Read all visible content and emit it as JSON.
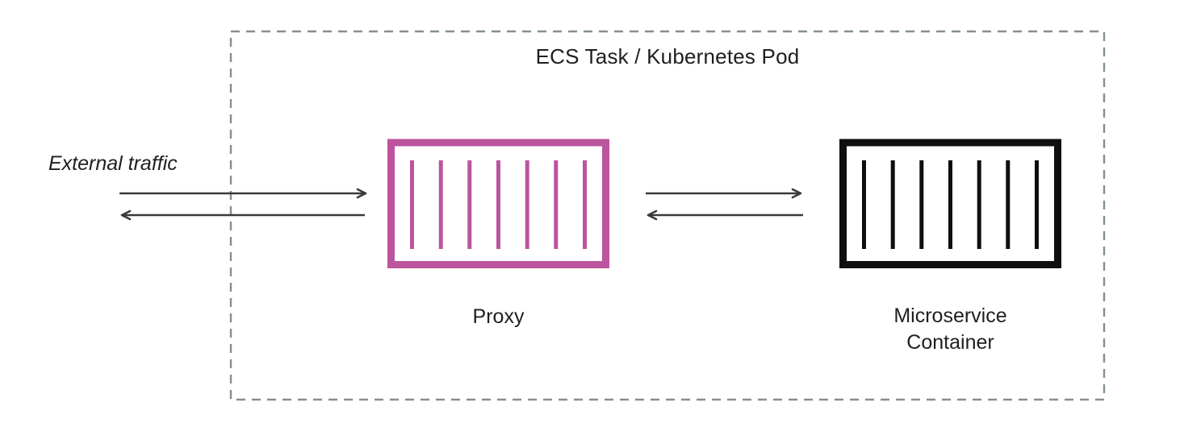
{
  "diagram": {
    "title": "ECS Task / Kubernetes Pod",
    "external_traffic": {
      "label": "External traffic"
    },
    "nodes": [
      {
        "id": "proxy",
        "label": "Proxy",
        "color": "#bc549e"
      },
      {
        "id": "microservice-container",
        "label_line1": "Microservice",
        "label_line2": "Container",
        "color": "#0f0f0f"
      }
    ],
    "edges": [
      {
        "from": "external",
        "to": "proxy",
        "direction": "right"
      },
      {
        "from": "proxy",
        "to": "external",
        "direction": "left"
      },
      {
        "from": "proxy",
        "to": "microservice-container",
        "direction": "right"
      },
      {
        "from": "microservice-container",
        "to": "proxy",
        "direction": "left"
      }
    ],
    "colors": {
      "pod_border": "#848e96",
      "arrow": "#3a3a3a",
      "text": "#1f1f1f",
      "background": "#ffffff"
    }
  }
}
